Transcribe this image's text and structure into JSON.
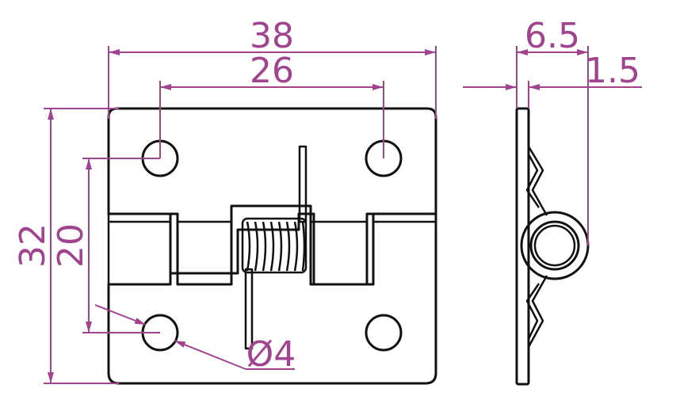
{
  "drawing": {
    "colors": {
      "outline": "#111111",
      "dimension": "#a1448f",
      "background": "#ffffff"
    },
    "dimensions": {
      "overall_width": "38",
      "hole_spacing_x": "26",
      "overall_height": "32",
      "hole_spacing_y": "20",
      "hole_diameter": "Ø4",
      "side_width": "6.5",
      "plate_thickness": "1.5"
    }
  }
}
